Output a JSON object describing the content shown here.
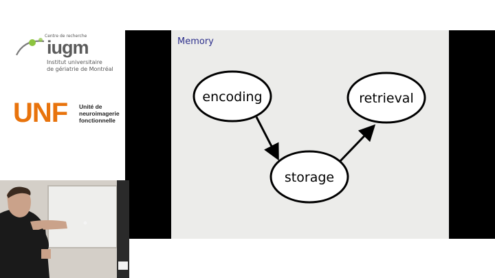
{
  "branding": {
    "iugm": {
      "kicker": "Centre de recherche",
      "wordmark": "iugm",
      "subtitle_line1": "Institut universitaire",
      "subtitle_line2": "de gériatrie de Montréal"
    },
    "unf": {
      "wordmark": "UNF",
      "subtitle_line1": "Unité de",
      "subtitle_line2": "neuroimagerie",
      "subtitle_line3": "fonctionnelle"
    }
  },
  "slide": {
    "title": "Memory",
    "nodes": {
      "encoding": "encoding",
      "storage": "storage",
      "retrieval": "retrieval"
    }
  },
  "colors": {
    "slide_title": "#2d2f8c",
    "unf_orange": "#e8730c",
    "iugm_green": "#8cc43f",
    "iugm_gray": "#5b5b5b"
  }
}
